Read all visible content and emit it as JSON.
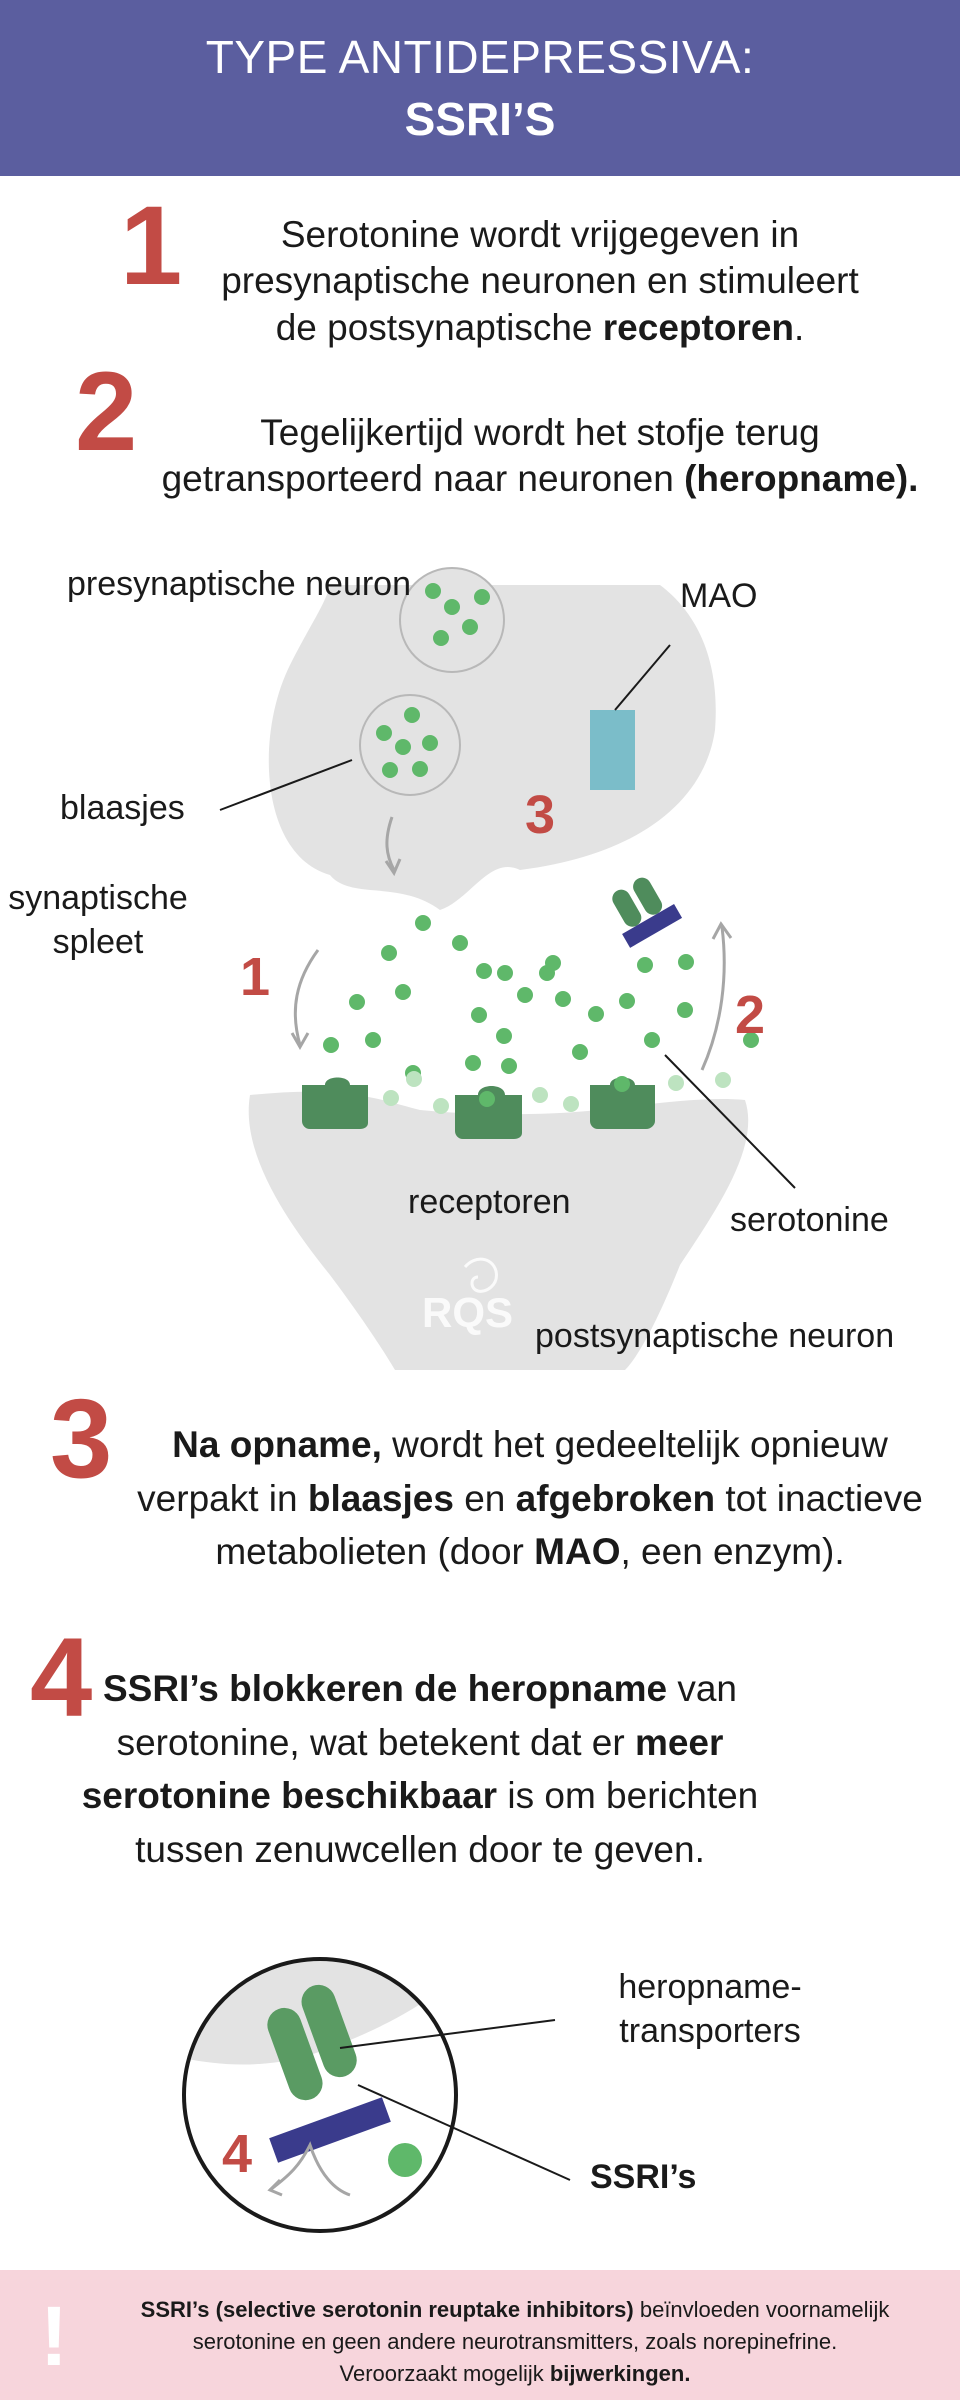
{
  "header": {
    "line1": "TYPE ANTIDEPRESSIVA:",
    "line2": "SSRI’S"
  },
  "steps": {
    "s1": {
      "number": "1",
      "l1": "Serotonine wordt vrijgegeven in",
      "l2": "presynaptische neuronen en stimuleert",
      "l3a": "de postsynaptische ",
      "l3b": "receptoren",
      "l3c": "."
    },
    "s2": {
      "number": "2",
      "l1": "Tegelijkertijd wordt het stofje terug",
      "l2a": "getransporteerd naar neuronen ",
      "l2b": "(heropname)."
    },
    "s3": {
      "number": "3",
      "l1a": "Na opname,",
      "l1b": " wordt het gedeeltelijk opnieuw",
      "l2a": "verpakt in ",
      "l2b": "blaasjes",
      "l2c": " en ",
      "l2d": "afgebroken",
      "l2e": " tot inactieve",
      "l3a": "metabolieten (door ",
      "l3b": "MAO",
      "l3c": ", een enzym)."
    },
    "s4": {
      "number": "4",
      "l1a": "SSRI’s blokkeren de heropname",
      "l1b": " van",
      "l2a": "serotonine, wat betekent dat er ",
      "l2b": "meer",
      "l3a": "serotonine beschikbaar",
      "l3b": " is om berichten",
      "l4": "tussen zenuwcellen door te geven."
    }
  },
  "diagram": {
    "presynaptic": "presynaptische neuron",
    "mao": "MAO",
    "vesicles": "blaasjes",
    "cleft1": "synaptische",
    "cleft2": "spleet",
    "receptors": "receptoren",
    "serotonin": "serotonine",
    "postsynaptic": "postsynaptische neuron",
    "n1": "1",
    "n2": "2",
    "n3": "3",
    "logo": "RQS"
  },
  "inset": {
    "transporters1": "heropname-",
    "transporters2": "transporters",
    "ssri": "SSRI’s",
    "n4": "4"
  },
  "footer": {
    "exclamation": "!",
    "l1a": "SSRI’s (selective serotonin reuptake inhibitors)",
    "l1b": " beïnvloeden voornamelijk",
    "l2": "serotonine en geen andere neurotransmitters, zoals norepinefrine.",
    "l3a": "Veroorzaakt mogelijk ",
    "l3b": "bijwerkingen."
  },
  "colors": {
    "header_bg": "#5b5e9f",
    "accent_red": "#c24b45",
    "neuron_gray": "#e3e3e3",
    "serotonin_green": "#5fb86a",
    "receptor_green": "#4f8c5c",
    "transporter_navy": "#3a3b8c",
    "mao_blue": "#7bbdc9",
    "footer_bg": "#f7d5dc"
  }
}
